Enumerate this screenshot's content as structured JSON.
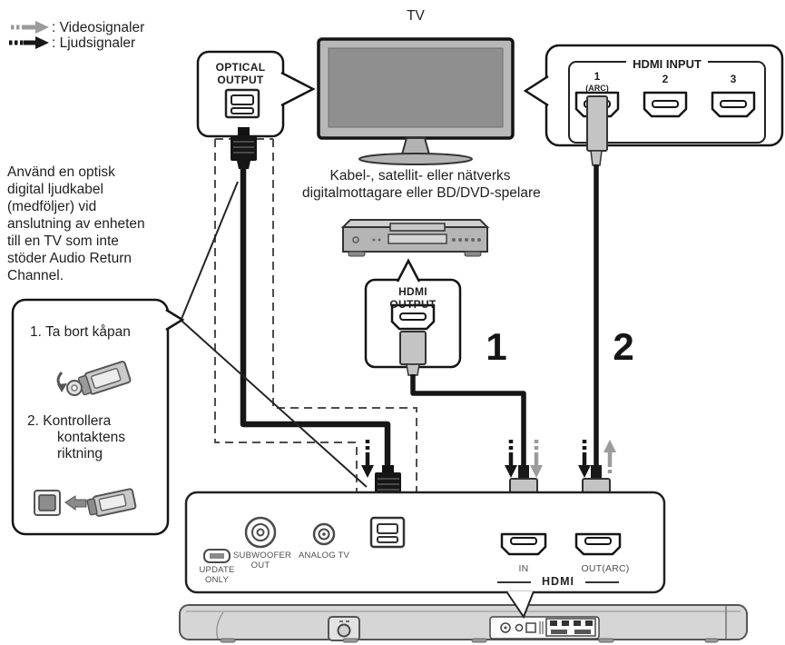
{
  "legend": {
    "video": ": Videosignaler",
    "audio": ": Ljudsignaler"
  },
  "tv": {
    "label": "TV"
  },
  "optical_output_box": {
    "line1": "OPTICAL",
    "line2": "OUTPUT"
  },
  "hdmi_input_box": {
    "title": "HDMI INPUT",
    "port1": "1",
    "port1_sub": "(ARC)",
    "port2": "2",
    "port3": "3"
  },
  "source_caption": {
    "line1": "Kabel-, satellit- eller nätverks",
    "line2": "digitalmottagare eller BD/DVD-spelare"
  },
  "hdmi_output_box": {
    "line1": "HDMI",
    "line2": "OUTPUT"
  },
  "note": {
    "line1": "Använd en optisk",
    "line2": "digital ljudkabel",
    "line3": "(medföljer) vid",
    "line4": "anslutning av enheten",
    "line5": "till en TV som inte",
    "line6": "stöder Audio Return",
    "line7": "Channel."
  },
  "steps": {
    "step1": "1. Ta bort kåpan",
    "step2_line1": "2. Kontrollera",
    "step2_line2": "kontaktens",
    "step2_line3": "riktning"
  },
  "cables": {
    "number1": "1",
    "number2": "2"
  },
  "rear_panel": {
    "update1": "UPDATE",
    "update2": "ONLY",
    "sub1": "SUBWOOFER",
    "sub2": "OUT",
    "analog": "ANALOG TV",
    "in": "IN",
    "out": "OUT(ARC)",
    "logo": "HDMI"
  },
  "colors": {
    "video_signal_gray": "#9b9b9b",
    "audio_signal_black": "#161616",
    "cable_black": "#161616",
    "outline_black": "#141414",
    "tv_screen_gray": "#8f8f8f",
    "connector_gray": "#c4c4c4"
  }
}
